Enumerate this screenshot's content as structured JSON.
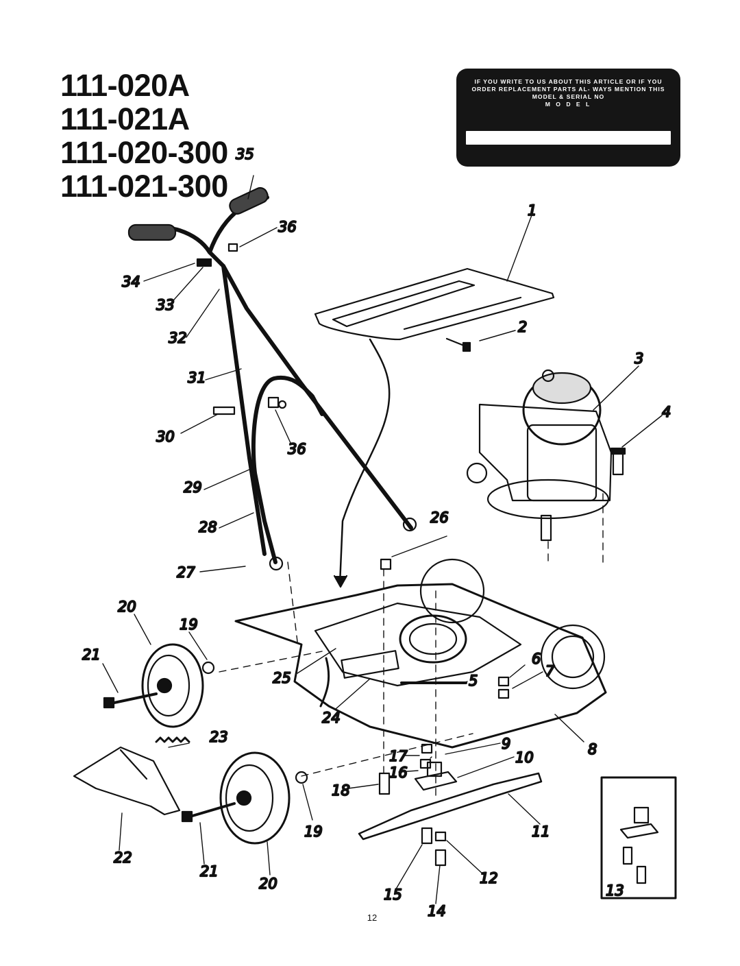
{
  "model_numbers": [
    "111-020A",
    "111-021A",
    "111-020-300",
    "111-021-300"
  ],
  "notice_plate": {
    "text": "IF YOU WRITE TO US ABOUT THIS ARTICLE OR IF YOU ORDER REPLACEMENT PARTS AL- WAYS MENTION THIS MODEL & SERIAL NO",
    "model_label": "M O D E L"
  },
  "callouts": [
    "1",
    "2",
    "3",
    "4",
    "5",
    "6",
    "7",
    "8",
    "9",
    "10",
    "11",
    "12",
    "13",
    "14",
    "15",
    "16",
    "17",
    "18",
    "19",
    "19",
    "20",
    "20",
    "21",
    "21",
    "22",
    "23",
    "24",
    "25",
    "26",
    "27",
    "28",
    "29",
    "30",
    "31",
    "32",
    "33",
    "34",
    "35",
    "36",
    "36"
  ],
  "page_number": "12"
}
